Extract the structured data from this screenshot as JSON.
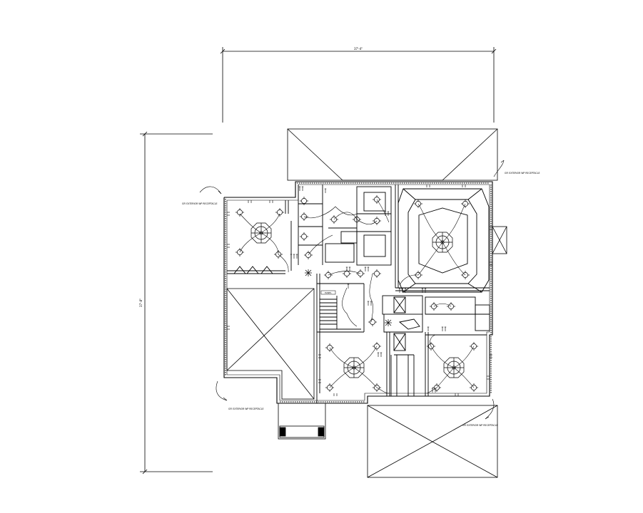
{
  "dimensions": {
    "top": "37'-4\"",
    "left": "37'-8\""
  },
  "callouts": {
    "top_right": "GFI EXTERIOR WP RECEPTACLE",
    "upper_left": "GFI EXTERIOR WP RECEPTACLE",
    "lower_left": "GFI EXTERIOR WP RECEPTACLE",
    "lower_right": "GFI EXTERIOR WP RECEPTACLE"
  },
  "room_labels": {
    "stair_panel": "PANEL"
  },
  "colors": {
    "line": "#000000",
    "background": "#ffffff"
  }
}
